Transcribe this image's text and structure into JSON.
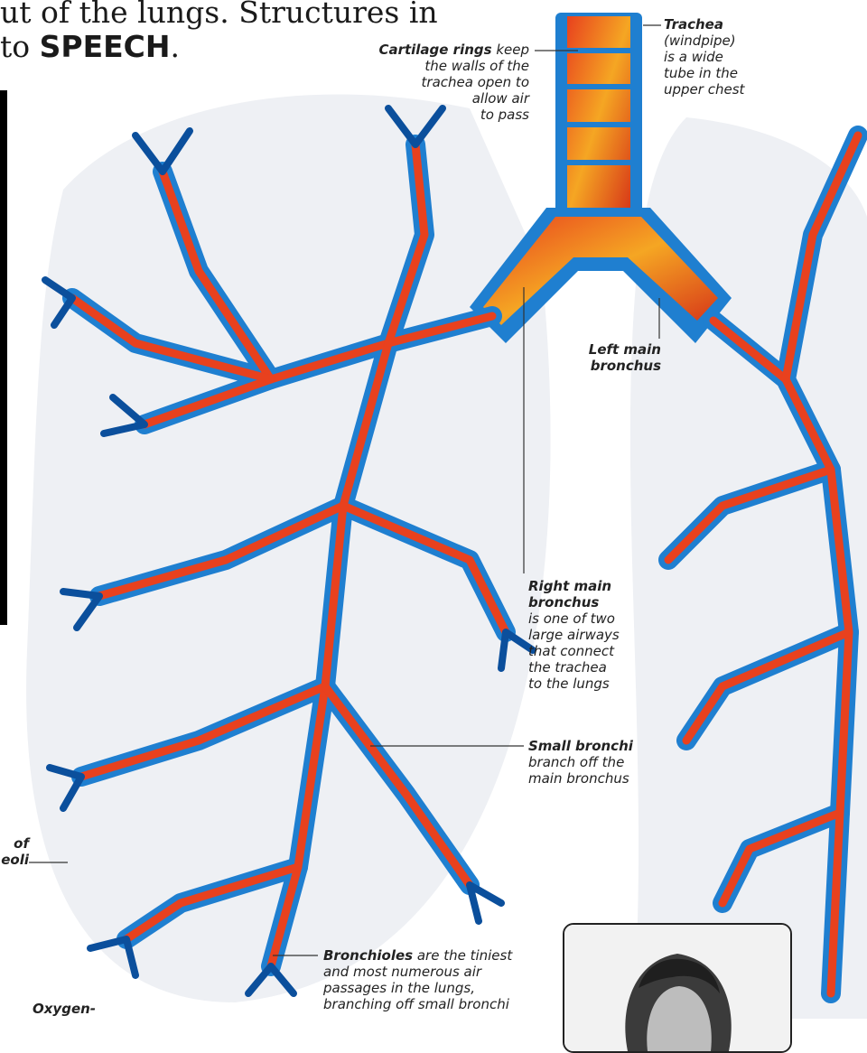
{
  "heading": {
    "line1": "ut of the lungs. Structures in",
    "line2_prefix": "to ",
    "line2_keyword": "SPEECH",
    "line2_suffix": "."
  },
  "labels": {
    "cartilage": {
      "term": "Cartilage rings",
      "rest1": " keep",
      "lines": [
        "the walls of the",
        "trachea open to",
        "allow air",
        "to pass"
      ]
    },
    "trachea": {
      "term": "Trachea",
      "lines": [
        "(windpipe)",
        "is a wide",
        "tube in the",
        "upper chest"
      ]
    },
    "left_bronchus": {
      "lines": [
        "Left main",
        "bronchus"
      ]
    },
    "right_bronchus": {
      "term_lines": [
        "Right main",
        "bronchus"
      ],
      "lines": [
        "is one of two",
        "large airways",
        "that connect",
        "the trachea",
        "to the lungs"
      ]
    },
    "small_bronchi": {
      "term": "Small bronchi",
      "lines": [
        "branch off the",
        "main bronchus"
      ]
    },
    "alveoli_fragment": {
      "lines": [
        "of",
        "eoli"
      ]
    },
    "bronchioles": {
      "term": "Bronchioles",
      "rest1": " are the tiniest",
      "lines": [
        "and most numerous air",
        "passages in the lungs,",
        "branching off small bronchi"
      ]
    },
    "oxygen_fragment": {
      "text": "Oxygen-"
    }
  },
  "colors": {
    "airway_blue": "#1f7fd0",
    "airway_dark_blue": "#0b4f9c",
    "airway_red": "#e8411e",
    "airway_orange": "#f5a623",
    "lung_shade": "#eef0f4"
  }
}
